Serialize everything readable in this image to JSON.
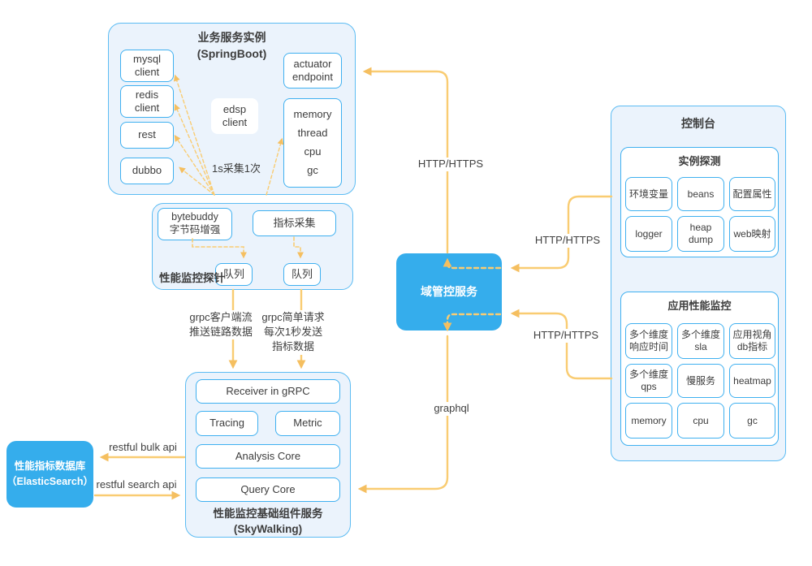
{
  "colors": {
    "accent_blue": "#35adec",
    "panel_border": "#5cbcf3",
    "box_border": "#3fb0f0",
    "panel_fill": "#ebf3fc",
    "arrow_line": "#f9cc72",
    "arrow_head": "#f5bf60",
    "text": "#3d3d3d"
  },
  "springboot": {
    "title": "业务服务实例\n(SpringBoot)",
    "clients": [
      "mysql\nclient",
      "redis\nclient",
      "rest",
      "dubbo"
    ],
    "edsp": "edsp\nclient",
    "actuator": "actuator\nendpoint",
    "metrics": [
      "memory",
      "thread",
      "cpu",
      "gc"
    ],
    "note": "1s采集1次"
  },
  "probe": {
    "label": "性能监控探针",
    "bytebuddy": "bytebuddy\n字节码增强",
    "collect": "指标采集",
    "queue1": "队列",
    "queue2": "队列"
  },
  "domain_service": {
    "label": "域管控服务"
  },
  "es": {
    "label": "性能指标数据库\n（ElasticSearch）"
  },
  "skywalking": {
    "receiver": "Receiver in gRPC",
    "tracing": "Tracing",
    "metric": "Metric",
    "analysis": "Analysis Core",
    "query": "Query Core",
    "label": "性能监控基础组件服务\n(SkyWalking)"
  },
  "console": {
    "title": "控制台",
    "instance_probe": {
      "title": "实例探测",
      "cells": [
        "环境变量",
        "beans",
        "配置属性",
        "logger",
        "heap\ndump",
        "web映射"
      ]
    },
    "apm": {
      "title": "应用性能监控",
      "cells": [
        "多个维度\n响应时间",
        "多个维度\nsla",
        "应用视角\ndb指标",
        "多个维度\nqps",
        "慢服务",
        "heatmap",
        "memory",
        "cpu",
        "gc"
      ]
    }
  },
  "edges": {
    "http_top": "HTTP/HTTPS",
    "http_mid": "HTTP/HTTPS",
    "http_bottom": "HTTP/HTTPS",
    "graphql": "graphql",
    "grpc_stream": "grpc客户端流\n推送链路数据",
    "grpc_simple": "grpc简单请求\n每次1秒发送\n指标数据",
    "bulk_api": "restful bulk api",
    "search_api": "restful search api"
  }
}
